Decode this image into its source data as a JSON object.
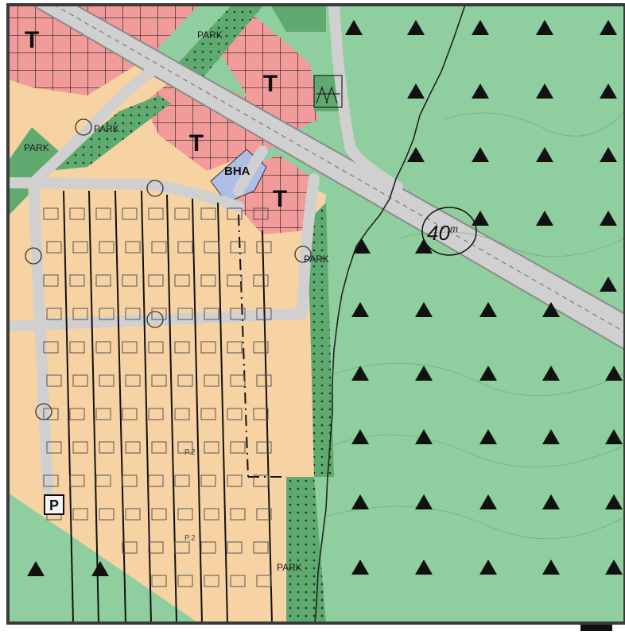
{
  "map": {
    "colors": {
      "forest": "#8fcf9f",
      "residential": "#f7d3a3",
      "commercial": "#f29b9b",
      "park": "#5faa70",
      "public": "#aebee5",
      "road": "#d0d0d0",
      "road_edge": "#8a8a8a",
      "lot_line": "#111111",
      "frame": "#3a3a3a"
    },
    "icons": {
      "forest_symbol": "triangle-icon",
      "commercial_symbol": "letter-t-icon",
      "parking_symbol": "parking-icon",
      "junction_symbol": "roundabout-icon"
    },
    "labels": {
      "park_1": "PARK",
      "park_2": "PARK",
      "park_3": "PARK",
      "park_4": "PARK",
      "park_5": "PARK",
      "public_building": "BHA",
      "road_width": "40",
      "road_width_unit": "m",
      "parking": "P",
      "commercial_t1": "T",
      "commercial_t2": "T",
      "commercial_t3": "T",
      "commercial_t4": "T",
      "plot_ref_1": "P.2",
      "plot_ref_2": "P.2"
    }
  }
}
